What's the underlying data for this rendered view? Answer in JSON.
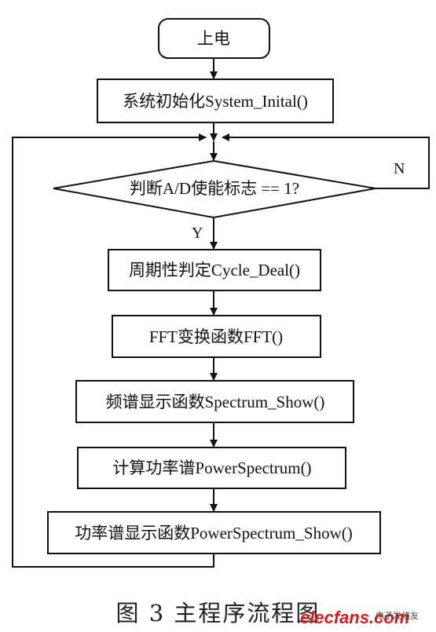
{
  "diagram": {
    "start": "上电",
    "init": "系统初始化System_Inital()",
    "decision": "判断A/D使能标志 == 1?",
    "label_no": "N",
    "label_yes": "Y",
    "cycle": "周期性判定Cycle_Deal()",
    "fft": "FFT变换函数FFT()",
    "spectrum_show": "频谱显示函数Spectrum_Show()",
    "power_spectrum": "计算功率谱PowerSpectrum()",
    "power_show": "功率谱显示函数PowerSpectrum_Show()"
  },
  "caption": "图 3   主程序流程图",
  "watermark": {
    "brand": "elecfans.com",
    "sub": "电子发烧友"
  }
}
